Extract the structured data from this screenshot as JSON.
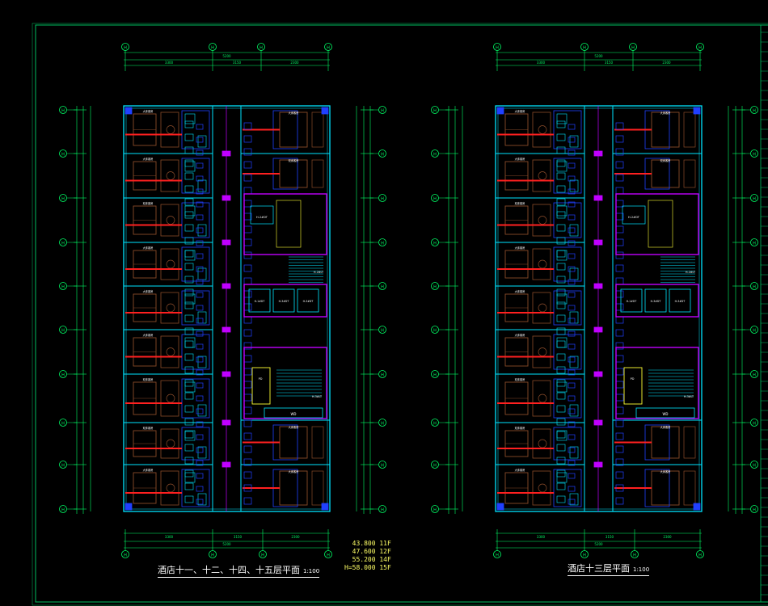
{
  "drawings": [
    {
      "title": "酒店十一、十二、十四、十五层平面",
      "scale": "1:100",
      "top_dims": [
        "3300",
        "3150",
        "2300",
        "5200"
      ],
      "bottom_dims": [
        "3300",
        "3150",
        "2300",
        "5200"
      ],
      "room_labels": [
        "大床客房",
        "大床客房",
        "双床客房",
        "大床客房",
        "大床客房",
        "大床客房",
        "双床客房",
        "双床客房",
        "大床客房",
        "大床客房",
        "大床客房",
        "双床客房",
        "大床客房",
        "大床客房"
      ],
      "labels": [
        "H-2#DT",
        "H-1#DT",
        "H-3#DT",
        "H-2#LT",
        "H-3#LT",
        "PD",
        "WD"
      ]
    },
    {
      "title": "酒店十三层平面",
      "scale": "1:100",
      "top_dims": [
        "3300",
        "3150",
        "2300",
        "5200"
      ],
      "bottom_dims": [
        "3300",
        "3150",
        "2300",
        "5200"
      ],
      "room_labels": [
        "大床客房",
        "大床客房",
        "双床客房",
        "大床客房",
        "大床客房",
        "大床客房",
        "双床客房",
        "双床客房",
        "大床客房",
        "大床客房",
        "大床客房",
        "双床客房",
        "大床客房",
        "大床客房"
      ],
      "labels": [
        "H-2#DT",
        "H-1#DT",
        "H-3#DT",
        "H-2#LT",
        "H-3#LT",
        "PD",
        "WD"
      ]
    }
  ],
  "elevations": [
    "43.800  11F",
    "47.600  12F",
    "55.200  14F",
    "H=58.000  15F"
  ],
  "colors": {
    "frame": "#00c060",
    "axis": "#00ff66",
    "wall": "#00e5ff",
    "furniture": "#8a4b2a",
    "pipe": "#ff2020",
    "blue": "#2040ff",
    "magenta": "#c000ff",
    "yellow": "#ffff33",
    "text": "#ffffff"
  }
}
